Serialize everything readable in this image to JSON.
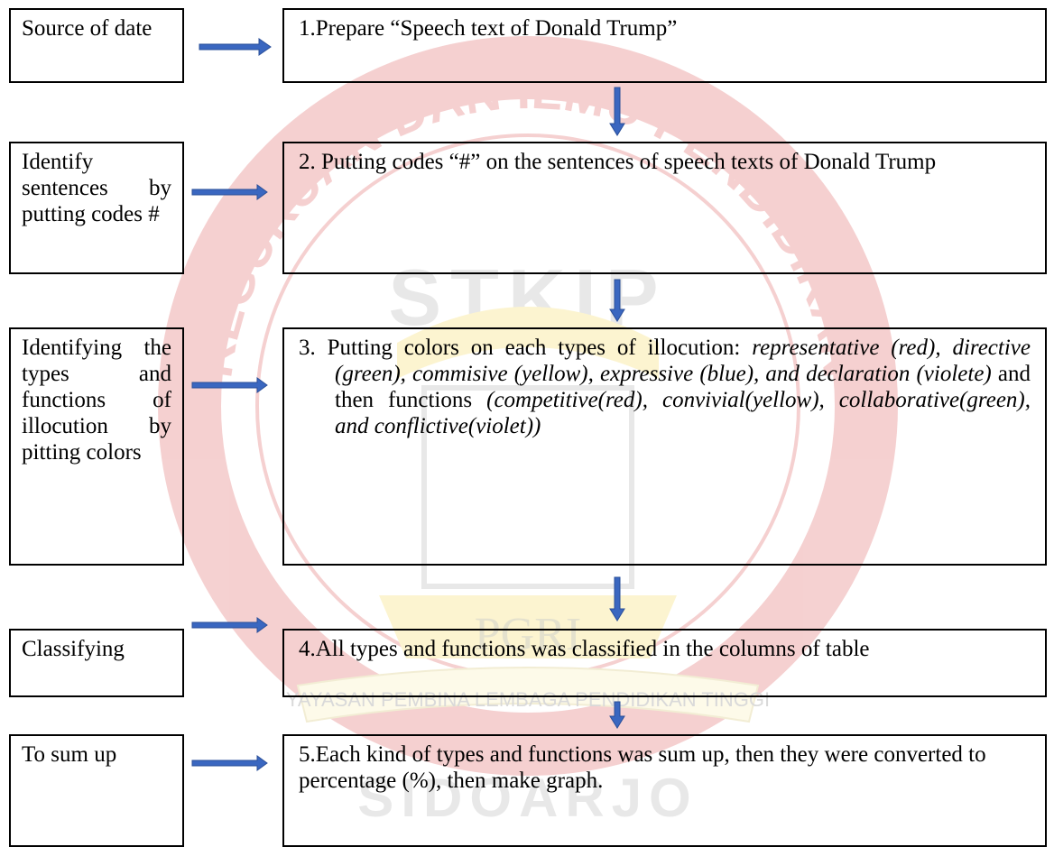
{
  "watermark": {
    "arc_top": "KEGURUAN DAN ILMU PENDIDIKAN",
    "center_text": "STKIP",
    "banner": "YAYASAN PEMBINA LEMBAGA PENDIDIKAN TINGGI",
    "emblem_text": "PGRI",
    "bottom_text": "SIDOARJO",
    "colors": {
      "red": "#d32f2f",
      "yellow": "#f2d22e"
    }
  },
  "colors": {
    "arrow": "#3a67c0",
    "arrow_stroke": "#2a4f99",
    "border": "#000000"
  },
  "steps": [
    {
      "label": "Source of date",
      "desc": "1.Prepare “Speech text of Donald Trump”"
    },
    {
      "label": "Identify sentences by putting codes #",
      "desc": "2. Putting codes “#” on the sentences of speech texts of Donald Trump"
    },
    {
      "label": "Identifying the types and functions of illocution by pitting colors",
      "desc_parts": [
        "3. Putting colors on each types of illocution: ",
        "representative (red), directive (green), commisive (yellow), expressive (blue), and declaration (violete)",
        " and then functions ",
        "(competitive(red), convivial(yellow), collaborative(green), and conflictive(violet))"
      ]
    },
    {
      "label": "Classifying",
      "desc": "4.All types and functions was classified in the columns of table"
    },
    {
      "label": "To sum up",
      "desc": "5.Each kind of types and functions was sum up, then they were converted to percentage (%), then make graph."
    }
  ]
}
